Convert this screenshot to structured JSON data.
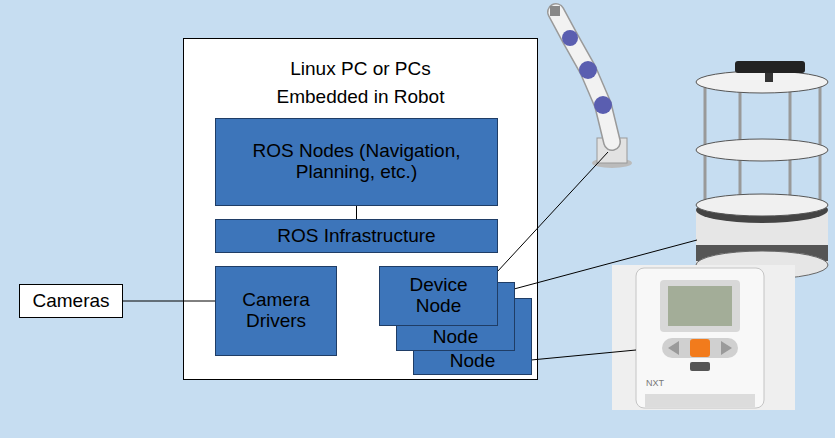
{
  "diagram": {
    "nodes": [
      {
        "text": [
          "Linux PC or PCs Embedded in Robot"
        ]
      },
      {
        "text": [
          "ROS Nodes (Navigation, Planning, etc.)"
        ],
        "in": 0
      },
      {
        "text": [
          "ROS Infrastructure"
        ],
        "in": 0
      },
      {
        "text": [
          "Camera Drivers"
        ],
        "in": 0
      },
      {
        "text": [
          "Device Node"
        ],
        "in": 0
      },
      {
        "text": [
          "Node"
        ],
        "in": 0
      },
      {
        "text": [
          "Node"
        ],
        "in": 0
      },
      {
        "text": [
          "Cameras"
        ]
      }
    ],
    "edges": [
      {
        "from": 1,
        "to": 2,
        "arrow": "none"
      },
      {
        "from": 7,
        "to": 3,
        "arrow": "none"
      }
    ],
    "labels": [
      "NXT"
    ]
  }
}
